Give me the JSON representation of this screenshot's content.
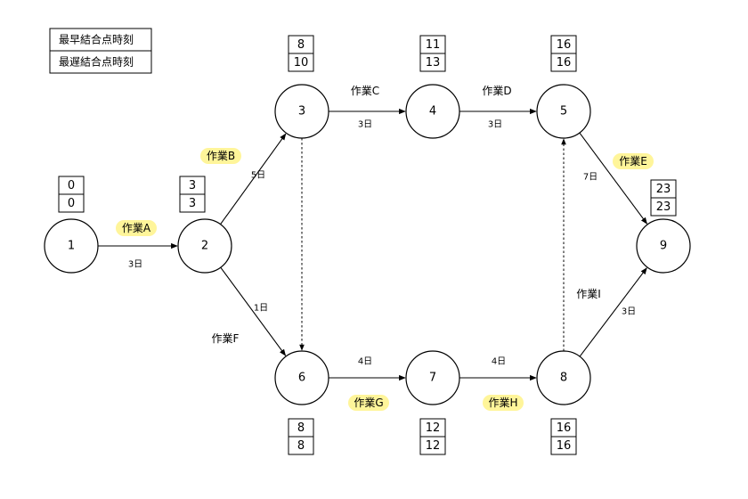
{
  "legend": {
    "earliest_label": "最早結合点時刻",
    "latest_label": "最遅結合点時刻"
  },
  "nodes": [
    {
      "label": "1",
      "earliest": "0",
      "latest": "0"
    },
    {
      "label": "2",
      "earliest": "3",
      "latest": "3"
    },
    {
      "label": "3",
      "earliest": "8",
      "latest": "10"
    },
    {
      "label": "4",
      "earliest": "11",
      "latest": "13"
    },
    {
      "label": "5",
      "earliest": "16",
      "latest": "16"
    },
    {
      "label": "6",
      "earliest": "8",
      "latest": "8"
    },
    {
      "label": "7",
      "earliest": "12",
      "latest": "12"
    },
    {
      "label": "8",
      "earliest": "16",
      "latest": "16"
    },
    {
      "label": "9",
      "earliest": "23",
      "latest": "23"
    }
  ],
  "edges": [
    {
      "from": "1",
      "to": "2",
      "task": "作業A",
      "duration": "3日",
      "critical": true
    },
    {
      "from": "2",
      "to": "3",
      "task": "作業B",
      "duration": "5日",
      "critical": true
    },
    {
      "from": "3",
      "to": "4",
      "task": "作業C",
      "duration": "3日",
      "critical": false
    },
    {
      "from": "4",
      "to": "5",
      "task": "作業D",
      "duration": "3日",
      "critical": false
    },
    {
      "from": "5",
      "to": "9",
      "task": "作業E",
      "duration": "7日",
      "critical": true
    },
    {
      "from": "2",
      "to": "6",
      "task": "作業F",
      "duration": "1日",
      "critical": false
    },
    {
      "from": "6",
      "to": "7",
      "task": "作業G",
      "duration": "4日",
      "critical": true
    },
    {
      "from": "7",
      "to": "8",
      "task": "作業H",
      "duration": "4日",
      "critical": true
    },
    {
      "from": "8",
      "to": "9",
      "task": "作業I",
      "duration": "3日",
      "critical": false
    }
  ],
  "dummy_edges": [
    {
      "from": "3",
      "to": "6"
    },
    {
      "from": "8",
      "to": "5"
    }
  ],
  "colors": {
    "critical_highlight": "#fff59a",
    "line": "#000000"
  }
}
